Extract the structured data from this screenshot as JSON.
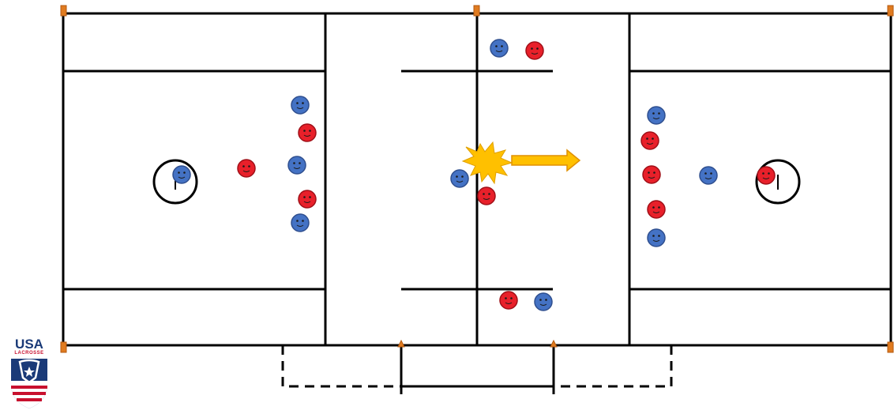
{
  "diagram": {
    "colors": {
      "line": "#000000",
      "team_blue": "#4472c4",
      "team_red": "#e8202a",
      "player_outline": "#2f4f8f",
      "corner_marker": "#e07b20",
      "burst": "#ffc000",
      "arrow": "#ffc000"
    },
    "players": [
      {
        "team": "blue",
        "zone": "defensive-crease"
      },
      {
        "team": "red",
        "zone": "defensive"
      },
      {
        "team": "blue",
        "zone": "defensive"
      },
      {
        "team": "red",
        "zone": "defensive"
      },
      {
        "team": "blue",
        "zone": "defensive"
      },
      {
        "team": "red",
        "zone": "defensive"
      },
      {
        "team": "blue",
        "zone": "defensive"
      },
      {
        "team": "blue",
        "zone": "wing-top"
      },
      {
        "team": "red",
        "zone": "wing-top"
      },
      {
        "team": "blue",
        "zone": "faceoff"
      },
      {
        "team": "red",
        "zone": "faceoff"
      },
      {
        "team": "red",
        "zone": "wing-bottom"
      },
      {
        "team": "blue",
        "zone": "wing-bottom"
      },
      {
        "team": "blue",
        "zone": "offensive"
      },
      {
        "team": "red",
        "zone": "offensive"
      },
      {
        "team": "red",
        "zone": "offensive"
      },
      {
        "team": "red",
        "zone": "offensive"
      },
      {
        "team": "blue",
        "zone": "offensive"
      },
      {
        "team": "blue",
        "zone": "offensive"
      },
      {
        "team": "red",
        "zone": "offensive-crease"
      }
    ],
    "icons": {
      "burst": "faceoff-burst-icon",
      "arrow": "ball-direction-arrow-icon"
    }
  },
  "logo": {
    "line1": "USA",
    "line2": "LACROSSE",
    "colors": {
      "navy": "#1a3a78",
      "red": "#c8102e"
    }
  }
}
